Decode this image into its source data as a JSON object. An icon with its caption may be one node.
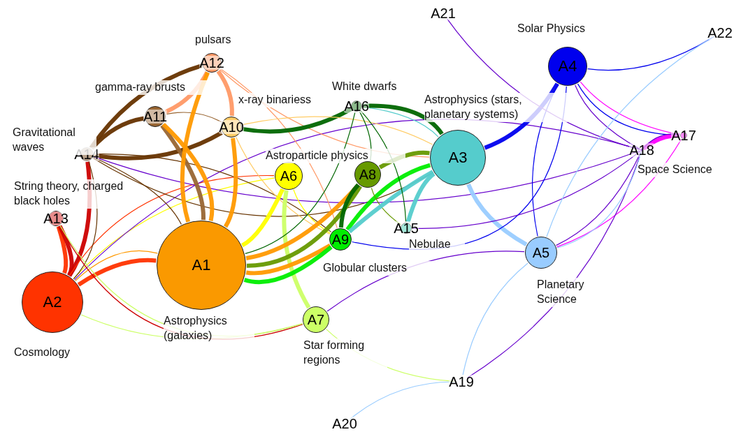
{
  "diagram": {
    "nodes": [
      {
        "text": [
          "A1"
        ],
        "beside": [
          "Astrophysics (galaxies)"
        ]
      },
      {
        "text": [
          "A2"
        ],
        "beside": [
          "Cosmology"
        ]
      },
      {
        "text": [
          "A3"
        ],
        "beside": [
          "Astrophysics (stars, planetary systems)"
        ]
      },
      {
        "text": [
          "A4"
        ],
        "beside": [
          "Solar Physics"
        ]
      },
      {
        "text": [
          "A5"
        ],
        "beside": [
          "Planetary Science"
        ]
      },
      {
        "text": [
          "A6"
        ],
        "beside": [
          "Astroparticle physics"
        ]
      },
      {
        "text": [
          "A7"
        ],
        "beside": [
          "Star forming regions"
        ]
      },
      {
        "text": [
          "A8"
        ]
      },
      {
        "text": [
          "A9"
        ],
        "beside": [
          "Globular clusters"
        ]
      },
      {
        "text": [
          "A10"
        ],
        "beside": [
          "x-ray binariess"
        ]
      },
      {
        "text": [
          "A11"
        ],
        "beside": [
          "gamma-ray brusts"
        ]
      },
      {
        "text": [
          "A12"
        ],
        "beside": [
          "pulsars"
        ]
      },
      {
        "text": [
          "A13"
        ],
        "beside": [
          "String theory, charged black holes"
        ]
      },
      {
        "text": [
          "A14"
        ],
        "beside": [
          "Gravitational waves"
        ]
      },
      {
        "text": [
          "A15"
        ],
        "beside": [
          "Nebulae"
        ]
      },
      {
        "text": [
          "A16"
        ],
        "beside": [
          "White dwarfs"
        ]
      },
      {
        "text": [
          "A17"
        ]
      },
      {
        "text": [
          "A18"
        ],
        "beside": [
          "Space Science"
        ]
      },
      {
        "text": [
          "A19"
        ]
      },
      {
        "text": [
          "A20"
        ]
      },
      {
        "text": [
          "A21"
        ]
      },
      {
        "text": [
          "A22"
        ]
      }
    ],
    "edges": [
      {
        "from": 1,
        "to": 0,
        "arrow": "none",
        "style": "thick",
        "color": "#ff3300"
      },
      {
        "from": 1,
        "to": 12,
        "arrow": "none",
        "style": "thick",
        "color": "#ff3300"
      },
      {
        "from": 12,
        "to": 1,
        "arrow": "none",
        "style": "thick",
        "color": "#cc0000"
      },
      {
        "from": 13,
        "to": 1,
        "arrow": "none",
        "style": "thick",
        "color": "#cc0000"
      },
      {
        "from": 0,
        "to": 1,
        "arrow": "none",
        "color": "#ff9900"
      },
      {
        "from": 5,
        "to": 1,
        "arrow": "none",
        "color": "#ffff00"
      },
      {
        "from": 1,
        "to": 5,
        "arrow": "none",
        "color": "#ff3300"
      },
      {
        "from": 13,
        "to": 1,
        "arrow": "none",
        "color": "#663300"
      },
      {
        "from": 6,
        "to": 1,
        "arrow": "none",
        "color": "#ccff66"
      },
      {
        "from": 17,
        "to": 1,
        "arrow": "none",
        "color": "#6600cc"
      },
      {
        "from": 12,
        "to": 6,
        "arrow": "none",
        "color": "#cc0000"
      },
      {
        "from": 6,
        "to": 12,
        "arrow": "none",
        "color": "#ccff66"
      },
      {
        "from": 13,
        "to": 11,
        "arrow": "none",
        "style": "thick",
        "color": "#663300"
      },
      {
        "from": 13,
        "to": 10,
        "arrow": "none",
        "style": "thick",
        "color": "#663300"
      },
      {
        "from": 13,
        "to": 9,
        "arrow": "none",
        "style": "thick",
        "color": "#663300"
      },
      {
        "from": 13,
        "to": 0,
        "arrow": "none",
        "color": "#663300"
      },
      {
        "from": 13,
        "to": 2,
        "arrow": "none",
        "color": "#663300"
      },
      {
        "from": 13,
        "to": 8,
        "arrow": "none",
        "color": "#663300"
      },
      {
        "from": 17,
        "to": 13,
        "arrow": "none",
        "color": "#6600cc"
      },
      {
        "from": 10,
        "to": 11,
        "arrow": "none",
        "style": "thick",
        "color": "#ff9966"
      },
      {
        "from": 10,
        "to": 0,
        "arrow": "none",
        "style": "thick",
        "color": "#996633"
      },
      {
        "from": 10,
        "to": 9,
        "arrow": "none",
        "color": "#996633"
      },
      {
        "from": 0,
        "to": 10,
        "arrow": "none",
        "style": "thick",
        "color": "#ff9900"
      },
      {
        "from": 11,
        "to": 9,
        "arrow": "none",
        "style": "thick",
        "color": "#ff9966"
      },
      {
        "from": 0,
        "to": 11,
        "arrow": "none",
        "style": "thick",
        "color": "#ff9900"
      },
      {
        "from": 11,
        "to": 2,
        "arrow": "none",
        "color": "#ff9966"
      },
      {
        "from": 11,
        "to": 8,
        "arrow": "none",
        "color": "#ff9966"
      },
      {
        "from": 0,
        "to": 9,
        "arrow": "none",
        "style": "thick",
        "color": "#ff9900"
      },
      {
        "from": 9,
        "to": 8,
        "arrow": "none",
        "color": "#ffcc66"
      },
      {
        "from": 15,
        "to": 9,
        "arrow": "none",
        "style": "thick",
        "color": "#006600"
      },
      {
        "from": 9,
        "to": 2,
        "arrow": "none",
        "color": "#ffcc66"
      },
      {
        "from": 6,
        "to": 5,
        "arrow": "none",
        "style": "thick",
        "color": "#ccff66"
      },
      {
        "from": 5,
        "to": 0,
        "arrow": "none",
        "style": "thick",
        "color": "#ffff00"
      },
      {
        "from": 5,
        "to": 8,
        "arrow": "none",
        "color": "#ffff00"
      },
      {
        "from": 0,
        "to": 8,
        "arrow": "none",
        "style": "thick",
        "color": "#ff9900"
      },
      {
        "from": 0,
        "to": 7,
        "arrow": "none",
        "style": "thick",
        "color": "#ff9900"
      },
      {
        "from": 7,
        "to": 0,
        "arrow": "none",
        "style": "thick",
        "color": "#669900"
      },
      {
        "from": 8,
        "to": 0,
        "arrow": "none",
        "style": "thick",
        "color": "#00ee00"
      },
      {
        "from": 8,
        "to": 2,
        "arrow": "none",
        "style": "thick",
        "color": "#00ee00"
      },
      {
        "from": 7,
        "to": 2,
        "arrow": "none",
        "style": "thick",
        "color": "#669900"
      },
      {
        "from": 15,
        "to": 7,
        "arrow": "none",
        "color": "#006600"
      },
      {
        "from": 7,
        "to": 8,
        "arrow": "none",
        "style": "thick",
        "color": "#006600"
      },
      {
        "from": 7,
        "to": 14,
        "arrow": "none",
        "color": "#669900"
      },
      {
        "from": 2,
        "to": 14,
        "arrow": "none",
        "style": "thick",
        "color": "#55cccc"
      },
      {
        "from": 2,
        "to": 8,
        "arrow": "none",
        "style": "thick",
        "color": "#55cccc"
      },
      {
        "from": 2,
        "to": 15,
        "arrow": "none",
        "color": "#55cccc"
      },
      {
        "from": 2,
        "to": 4,
        "arrow": "none",
        "style": "thick",
        "color": "#99ccff"
      },
      {
        "from": 3,
        "to": 2,
        "arrow": "none",
        "style": "thick",
        "color": "#0000ee"
      },
      {
        "from": 15,
        "to": 2,
        "arrow": "none",
        "style": "thick",
        "color": "#006600"
      },
      {
        "from": 15,
        "to": 14,
        "arrow": "none",
        "color": "#006600"
      },
      {
        "from": 15,
        "to": 0,
        "arrow": "none",
        "color": "#006600"
      },
      {
        "from": 3,
        "to": 16,
        "arrow": "none",
        "color": "#ff00ff"
      },
      {
        "from": 3,
        "to": 17,
        "arrow": "none",
        "color": "#6600cc"
      },
      {
        "from": 3,
        "to": 21,
        "arrow": "none",
        "color": "#0000ee"
      },
      {
        "from": 3,
        "to": 4,
        "arrow": "none",
        "color": "#0000ee"
      },
      {
        "from": 3,
        "to": 8,
        "arrow": "none",
        "color": "#0000ee"
      },
      {
        "from": 3,
        "to": 16,
        "arrow": "none",
        "color": "#0000ee"
      },
      {
        "from": 16,
        "to": 17,
        "arrow": "none",
        "style": "thick",
        "color": "#ff00ff"
      },
      {
        "from": 17,
        "to": 16,
        "arrow": "none",
        "color": "#6600cc"
      },
      {
        "from": 16,
        "to": 4,
        "arrow": "none",
        "color": "#ff00ff"
      },
      {
        "from": 17,
        "to": 20,
        "arrow": "none",
        "color": "#6600cc"
      },
      {
        "from": 17,
        "to": 4,
        "arrow": "none",
        "color": "#6600cc"
      },
      {
        "from": 17,
        "to": 18,
        "arrow": "none",
        "color": "#6600cc"
      },
      {
        "from": 17,
        "to": 14,
        "arrow": "none",
        "color": "#6600cc"
      },
      {
        "from": 4,
        "to": 6,
        "arrow": "none",
        "color": "#6600cc"
      },
      {
        "from": 4,
        "to": 21,
        "arrow": "none",
        "color": "#99ccff"
      },
      {
        "from": 4,
        "to": 18,
        "arrow": "none",
        "color": "#99ccff"
      },
      {
        "from": 18,
        "to": 19,
        "arrow": "none",
        "color": "#99ccff"
      },
      {
        "from": 4,
        "to": 17,
        "arrow": "none",
        "color": "#99ccff"
      },
      {
        "from": 6,
        "to": 18,
        "arrow": "none",
        "color": "#ccff66"
      }
    ]
  }
}
